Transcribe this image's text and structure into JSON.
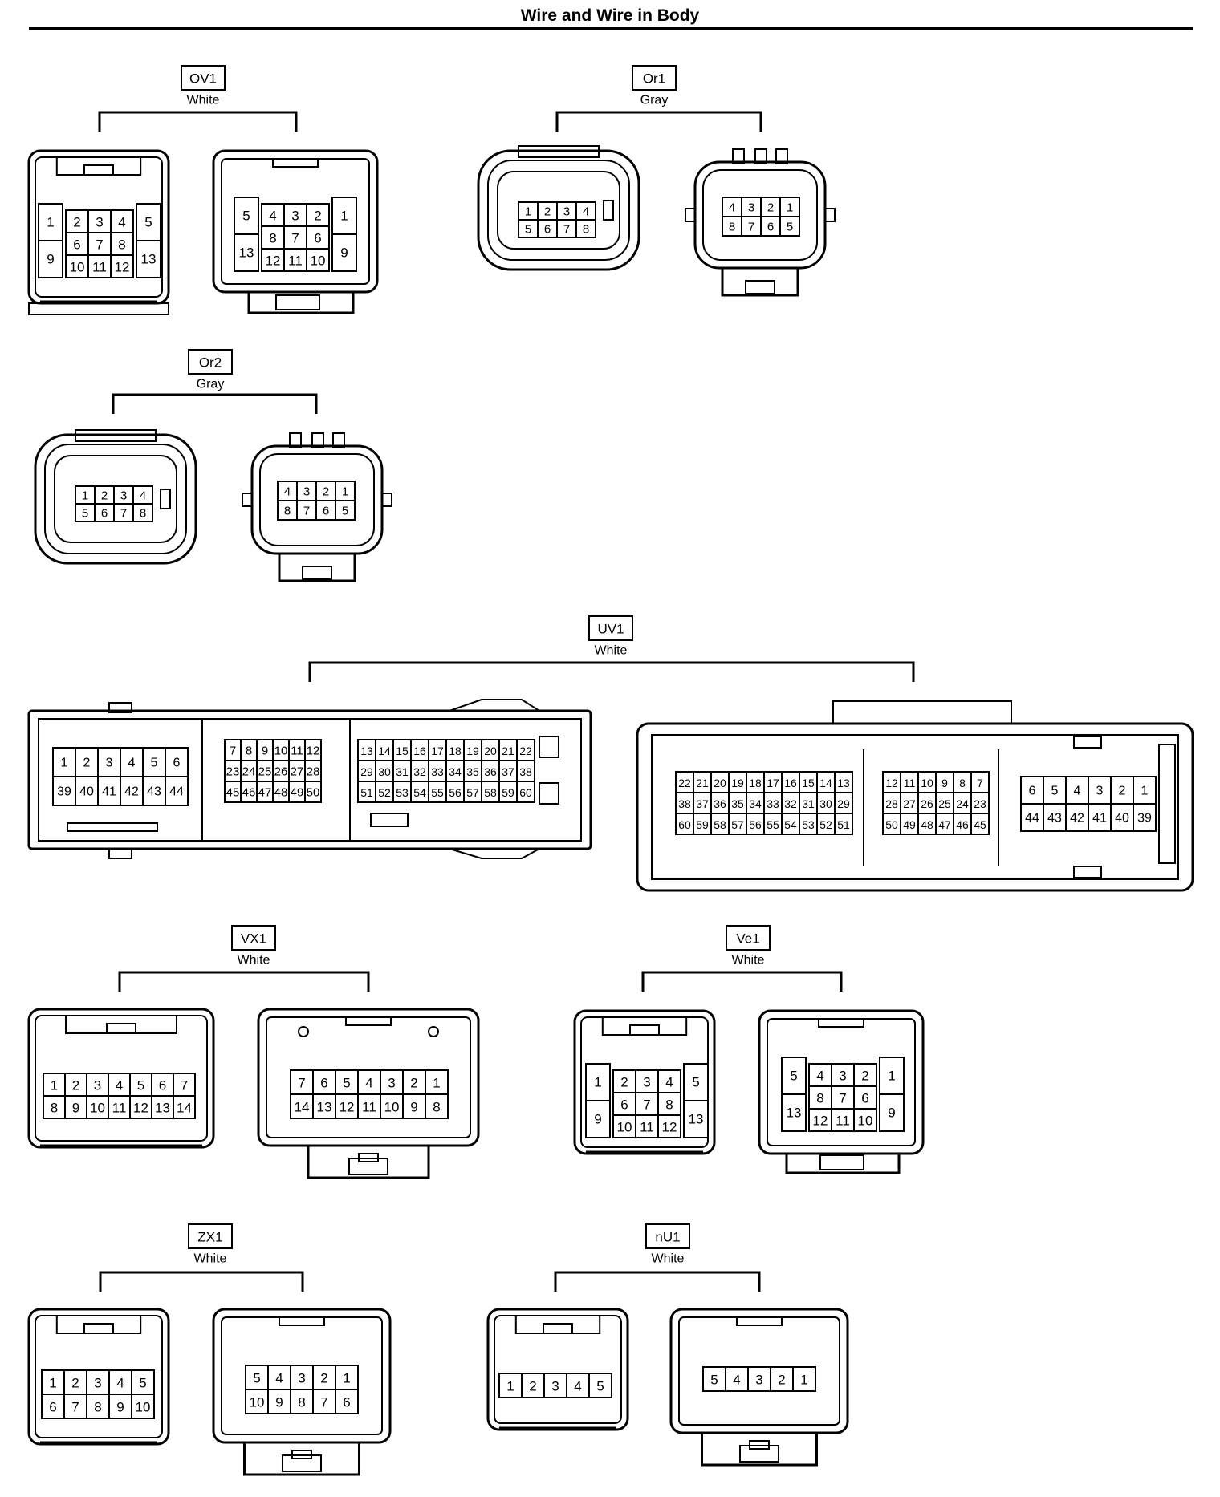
{
  "page": {
    "title": "Wire and Wire in Body"
  },
  "connectors": [
    {
      "code": "OV1",
      "color": "White",
      "female": {
        "rows": [
          [
            "1",
            "2",
            "3",
            "4",
            "5"
          ],
          [
            "9",
            "6",
            "7",
            "8",
            "13"
          ],
          [
            "10",
            "11",
            "12"
          ]
        ]
      },
      "male": {
        "rows": [
          [
            "5",
            "4",
            "3",
            "2",
            "1"
          ],
          [
            "13",
            "8",
            "7",
            "6",
            "9"
          ],
          [
            "12",
            "11",
            "10"
          ]
        ]
      }
    },
    {
      "code": "Or1",
      "color": "Gray",
      "female": {
        "rows": [
          [
            "1",
            "2",
            "3",
            "4"
          ],
          [
            "5",
            "6",
            "7",
            "8"
          ]
        ]
      },
      "male": {
        "rows": [
          [
            "4",
            "3",
            "2",
            "1"
          ],
          [
            "8",
            "7",
            "6",
            "5"
          ]
        ]
      }
    },
    {
      "code": "Or2",
      "color": "Gray",
      "female": {
        "rows": [
          [
            "1",
            "2",
            "3",
            "4"
          ],
          [
            "5",
            "6",
            "7",
            "8"
          ]
        ]
      },
      "male": {
        "rows": [
          [
            "4",
            "3",
            "2",
            "1"
          ],
          [
            "8",
            "7",
            "6",
            "5"
          ]
        ]
      }
    },
    {
      "code": "UV1",
      "color": "White",
      "female": {
        "blocks": [
          [
            [
              "1",
              "2",
              "3",
              "4",
              "5",
              "6"
            ],
            [
              "39",
              "40",
              "41",
              "42",
              "43",
              "44"
            ]
          ],
          [
            [
              "7",
              "8",
              "9",
              "10",
              "11",
              "12"
            ],
            [
              "23",
              "24",
              "25",
              "26",
              "27",
              "28"
            ],
            [
              "45",
              "46",
              "47",
              "48",
              "49",
              "50"
            ]
          ],
          [
            [
              "13",
              "14",
              "15",
              "16",
              "17",
              "18",
              "19",
              "20",
              "21",
              "22"
            ],
            [
              "29",
              "30",
              "31",
              "32",
              "33",
              "34",
              "35",
              "36",
              "37",
              "38"
            ],
            [
              "51",
              "52",
              "53",
              "54",
              "55",
              "56",
              "57",
              "58",
              "59",
              "60"
            ]
          ]
        ]
      },
      "male": {
        "blocks": [
          [
            [
              "22",
              "21",
              "20",
              "19",
              "18",
              "17",
              "16",
              "15",
              "14",
              "13"
            ],
            [
              "38",
              "37",
              "36",
              "35",
              "34",
              "33",
              "32",
              "31",
              "30",
              "29"
            ],
            [
              "60",
              "59",
              "58",
              "57",
              "56",
              "55",
              "54",
              "53",
              "52",
              "51"
            ]
          ],
          [
            [
              "12",
              "11",
              "10",
              "9",
              "8",
              "7"
            ],
            [
              "28",
              "27",
              "26",
              "25",
              "24",
              "23"
            ],
            [
              "50",
              "49",
              "48",
              "47",
              "46",
              "45"
            ]
          ],
          [
            [
              "6",
              "5",
              "4",
              "3",
              "2",
              "1"
            ],
            [
              "44",
              "43",
              "42",
              "41",
              "40",
              "39"
            ]
          ]
        ]
      }
    },
    {
      "code": "VX1",
      "color": "White",
      "female": {
        "rows": [
          [
            "1",
            "2",
            "3",
            "4",
            "5",
            "6",
            "7"
          ],
          [
            "8",
            "9",
            "10",
            "11",
            "12",
            "13",
            "14"
          ]
        ]
      },
      "male": {
        "rows": [
          [
            "7",
            "6",
            "5",
            "4",
            "3",
            "2",
            "1"
          ],
          [
            "14",
            "13",
            "12",
            "11",
            "10",
            "9",
            "8"
          ]
        ]
      }
    },
    {
      "code": "Ve1",
      "color": "White",
      "female": {
        "rows": [
          [
            "1",
            "2",
            "3",
            "4",
            "5"
          ],
          [
            "9",
            "6",
            "7",
            "8",
            "13"
          ],
          [
            "10",
            "11",
            "12"
          ]
        ]
      },
      "male": {
        "rows": [
          [
            "5",
            "4",
            "3",
            "2",
            "1"
          ],
          [
            "13",
            "8",
            "7",
            "6",
            "9"
          ],
          [
            "12",
            "11",
            "10"
          ]
        ]
      }
    },
    {
      "code": "ZX1",
      "color": "White",
      "female": {
        "rows": [
          [
            "1",
            "2",
            "3",
            "4",
            "5"
          ],
          [
            "6",
            "7",
            "8",
            "9",
            "10"
          ]
        ]
      },
      "male": {
        "rows": [
          [
            "5",
            "4",
            "3",
            "2",
            "1"
          ],
          [
            "10",
            "9",
            "8",
            "7",
            "6"
          ]
        ]
      }
    },
    {
      "code": "nU1",
      "color": "White",
      "female": {
        "rows": [
          [
            "1",
            "2",
            "3",
            "4",
            "5"
          ]
        ]
      },
      "male": {
        "rows": [
          [
            "5",
            "4",
            "3",
            "2",
            "1"
          ]
        ]
      }
    }
  ]
}
